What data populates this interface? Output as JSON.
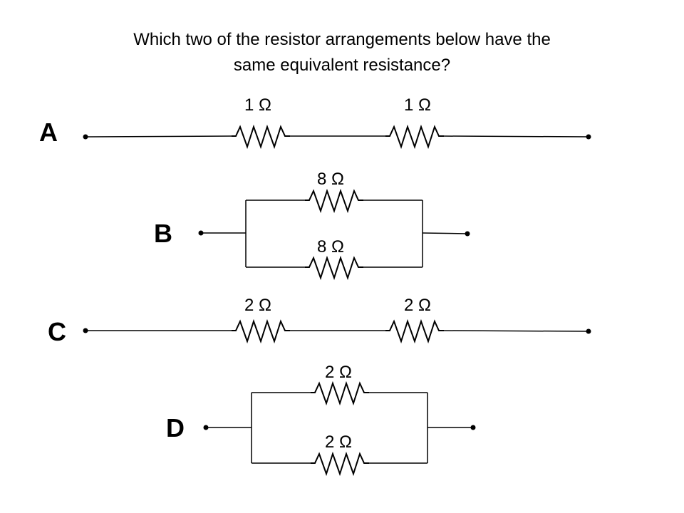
{
  "question": {
    "line1": "Which two of the resistor arrangements below have the",
    "line2": "same equivalent resistance?"
  },
  "circuits": {
    "a": {
      "label": "A",
      "resistors": [
        "1 Ω",
        "1 Ω"
      ]
    },
    "b": {
      "label": "B",
      "resistors": [
        "8 Ω",
        "8 Ω"
      ]
    },
    "c": {
      "label": "C",
      "resistors": [
        "2 Ω",
        "2 Ω"
      ]
    },
    "d": {
      "label": "D",
      "resistors": [
        "2 Ω",
        "2 Ω"
      ]
    }
  }
}
